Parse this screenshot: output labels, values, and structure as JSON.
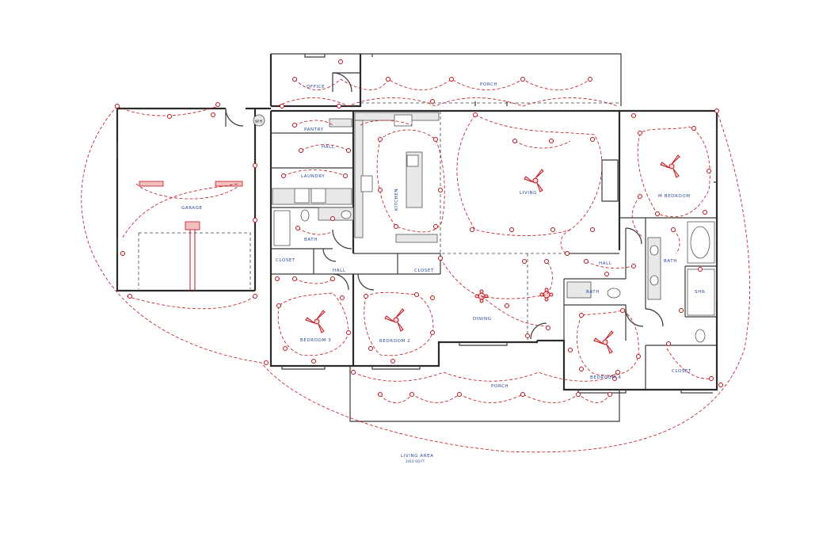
{
  "rooms": {
    "office": "OFFICE",
    "porch_top": "PORCH",
    "pantry": "PANTRY",
    "hall_upper": "HALL",
    "laundry": "LAUNDRY",
    "garage": "GARAGE",
    "bath_left": "BATH",
    "kitchen": "KITCHEN",
    "living": "LIVING",
    "m_bedroom": "M BEDROOM",
    "closet_left": "CLOSET",
    "hall_mid": "HALL",
    "closet_mid": "CLOSET",
    "hall_right": "HALL",
    "bath_master": "BATH",
    "bath_small": "BATH",
    "shr": "SHR.",
    "dining": "DINING",
    "bedroom3": "BEDROOM 3",
    "bedroom2": "BEDROOM 2",
    "bedroom4": "BEDROOM 4",
    "closet_right": "CLOSET",
    "porch_bottom": "PORCH",
    "wh": "WH"
  },
  "area": {
    "label": "LIVING AREA",
    "sub": "2410 SQ FT"
  },
  "colors": {
    "wall": "#2b2b2b",
    "wiring": "#c0141b",
    "label": "#2a4a9a"
  }
}
